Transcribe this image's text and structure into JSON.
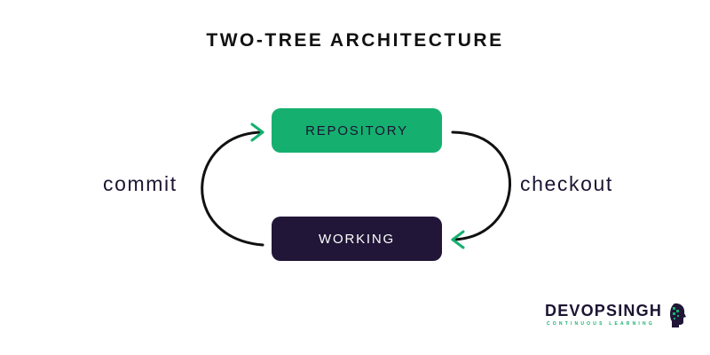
{
  "title": "TWO-TREE ARCHITECTURE",
  "nodes": {
    "repository": "REPOSITORY",
    "working": "WORKING"
  },
  "edges": {
    "commit": "commit",
    "checkout": "checkout"
  },
  "logo": {
    "name": "DEVOPSINGH",
    "tagline": "CONTINUOUS LEARNING"
  },
  "colors": {
    "repository_fill": "#15b06f",
    "working_fill": "#211637",
    "arrow_stroke": "#111111",
    "arrowhead": "#15b06f"
  }
}
